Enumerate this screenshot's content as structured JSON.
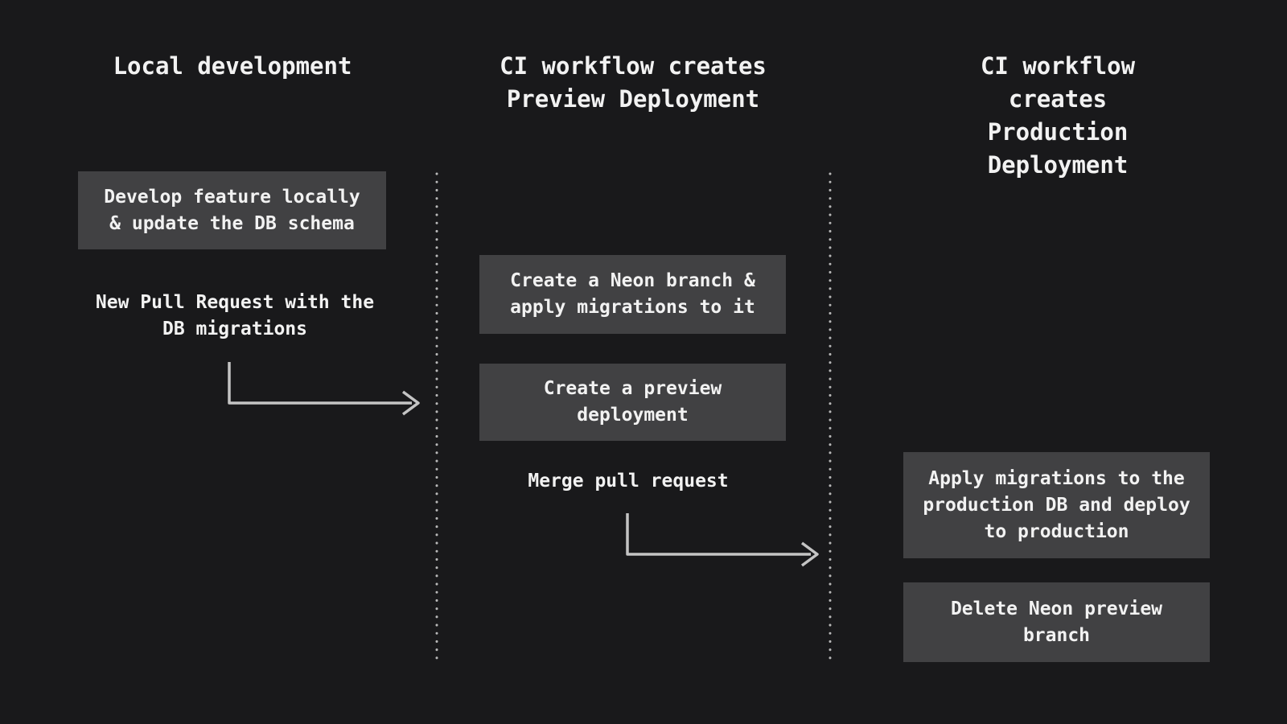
{
  "colors": {
    "bg": "#19191b",
    "box": "#414143",
    "text": "#f2f2f2",
    "arrow": "#c4c4c4",
    "dots": "#b9b9b9"
  },
  "headers": [
    {
      "text": "Local development"
    },
    {
      "text": "CI workflow creates\nPreview Deployment"
    },
    {
      "text": "CI workflow creates\nProduction Deployment"
    }
  ],
  "steps": {
    "develop_feature": "Develop feature locally\n& update the DB schema",
    "new_pull_request": "New Pull Request with the\nDB migrations",
    "create_neon_branch": "Create a Neon branch &\napply migrations to it",
    "create_preview_deployment": "Create a preview\ndeployment",
    "merge_pull_request": "Merge pull request",
    "apply_migrations": "Apply migrations to the\nproduction DB and deploy\nto production",
    "delete_preview_branch": "Delete Neon preview\nbranch"
  }
}
